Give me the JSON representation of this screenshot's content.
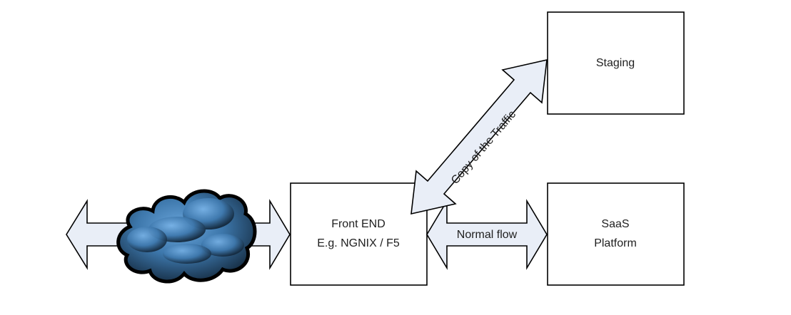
{
  "nodes": {
    "staging": {
      "label": "Staging"
    },
    "front_end": {
      "line1": "Front END",
      "line2": "E.g. NGNIX / F5"
    },
    "saas": {
      "line1": "SaaS",
      "line2": "Platform"
    },
    "internet": {
      "icon": "cloud-icon"
    }
  },
  "edges": {
    "copy_traffic": {
      "label": "Copy of the Traffic"
    },
    "normal_flow": {
      "label": "Normal flow"
    }
  },
  "colors": {
    "arrow_fill": "#e9eef7",
    "stroke": "#000000",
    "cloud_dark": "#0b1622",
    "cloud_mid": "#2e5f8a",
    "cloud_light": "#5d97cc"
  }
}
